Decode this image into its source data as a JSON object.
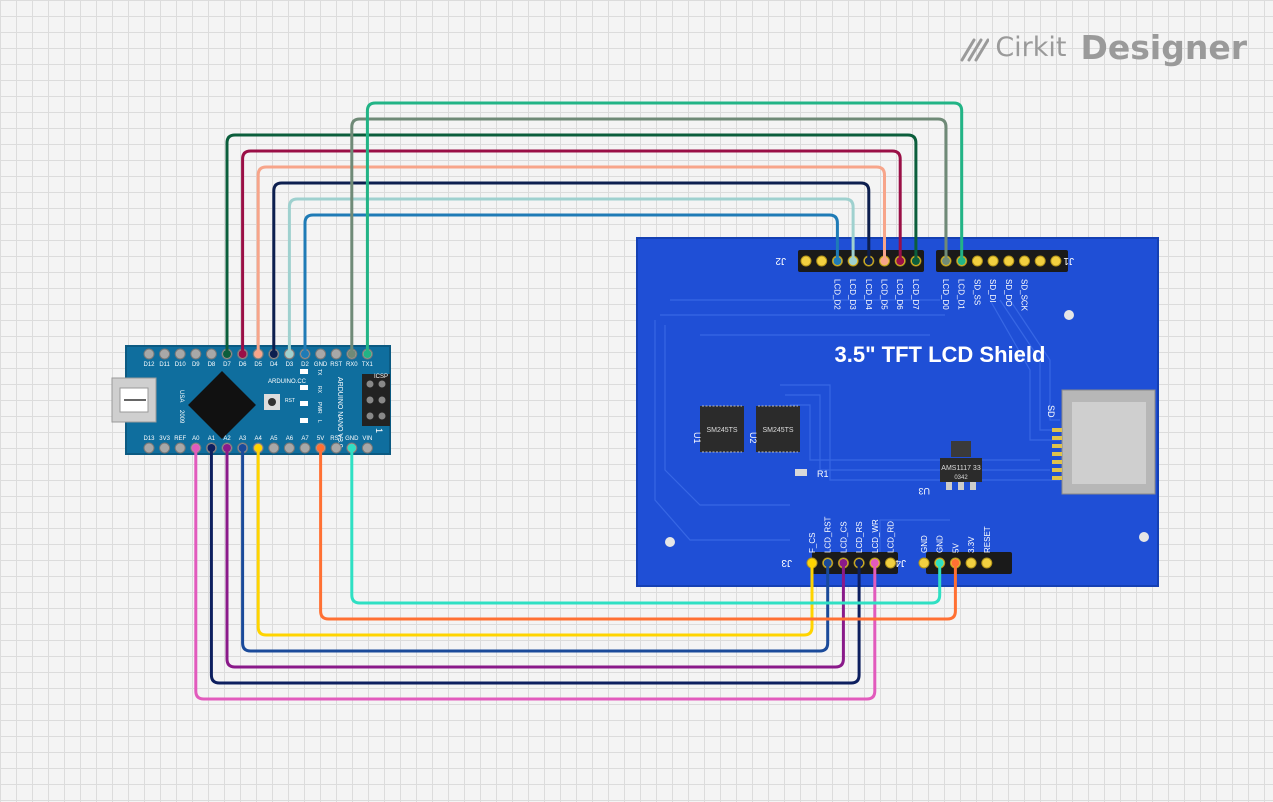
{
  "logo": {
    "brand": "Cirkit",
    "product": "Designer"
  },
  "nano": {
    "top_pins": [
      "D12",
      "D11",
      "D10",
      "D9",
      "D8",
      "D7",
      "D6",
      "D5",
      "D4",
      "D3",
      "D2",
      "GND",
      "RST",
      "RX0",
      "TX1"
    ],
    "bottom_pins": [
      "D13",
      "3V3",
      "REF",
      "A0",
      "A1",
      "A2",
      "A3",
      "A4",
      "A5",
      "A6",
      "A7",
      "5V",
      "RST",
      "GND",
      "VIN"
    ],
    "label_arduino": "ARDUINO.CC",
    "label_model": "ARDUINO NANO V3.0",
    "label_usa": "USA",
    "label_year": "2009",
    "label_icsp": "ICSP",
    "label_rst": "RST",
    "label_tx": "TX",
    "label_rx": "RX",
    "label_pwr": "PWR",
    "label_l": "L",
    "label_one": "1"
  },
  "shield": {
    "title": "3.5\" TFT LCD Shield",
    "j2": "J2",
    "j1": "J1",
    "j3": "J3",
    "j4": "J4",
    "u1": "U1",
    "u2": "U2",
    "u3": "U3",
    "r1": "R1",
    "sd": "SD",
    "chip_u1": "SM245TS",
    "chip_u2": "SM245TS",
    "regulator": "AMS1117 33",
    "regulator_code": "0342",
    "top_labels_left": [
      "LCD_D2",
      "LCD_D3",
      "LCD_D4",
      "LCD_D5",
      "LCD_D6",
      "LCD_D7"
    ],
    "top_labels_right": [
      "LCD_D0",
      "LCD_D1",
      "SD_SS",
      "SD_DI",
      "SD_DO",
      "SD_SCK"
    ],
    "bottom_labels_left": [
      "F_CS",
      "LCD_RST",
      "LCD_CS",
      "LCD_RS",
      "LCD_WR",
      "LCD_RD"
    ],
    "bottom_labels_right": [
      "GND",
      "GND",
      "5V",
      "3.3V",
      "RESET"
    ]
  },
  "wires": [
    {
      "from": "D2",
      "to": "LCD_D2",
      "color": "#1f7bb6"
    },
    {
      "from": "D3",
      "to": "LCD_D3",
      "color": "#9fd1cf"
    },
    {
      "from": "D4",
      "to": "LCD_D4",
      "color": "#0d1f4f"
    },
    {
      "from": "D5",
      "to": "LCD_D5",
      "color": "#f7a58a"
    },
    {
      "from": "D6",
      "to": "LCD_D6",
      "color": "#9a0f46"
    },
    {
      "from": "D7",
      "to": "LCD_D7",
      "color": "#0b5e3c"
    },
    {
      "from": "RX0",
      "to": "LCD_D0",
      "color": "#6f8a77"
    },
    {
      "from": "TX1",
      "to": "LCD_D1",
      "color": "#22b486"
    },
    {
      "from": "A4",
      "to": "F_CS",
      "color": "#ffd400"
    },
    {
      "from": "A3",
      "to": "LCD_RST",
      "color": "#1a4a9a"
    },
    {
      "from": "A2",
      "to": "LCD_CS",
      "color": "#8a1a8a"
    },
    {
      "from": "A1",
      "to": "LCD_RS",
      "color": "#0d1f5f"
    },
    {
      "from": "A0",
      "to": "LCD_WR",
      "color": "#e25bbd"
    },
    {
      "from": "5V",
      "to": "5V",
      "color": "#ff7033"
    },
    {
      "from": "GND",
      "to": "GND",
      "color": "#2fe0c3"
    }
  ]
}
